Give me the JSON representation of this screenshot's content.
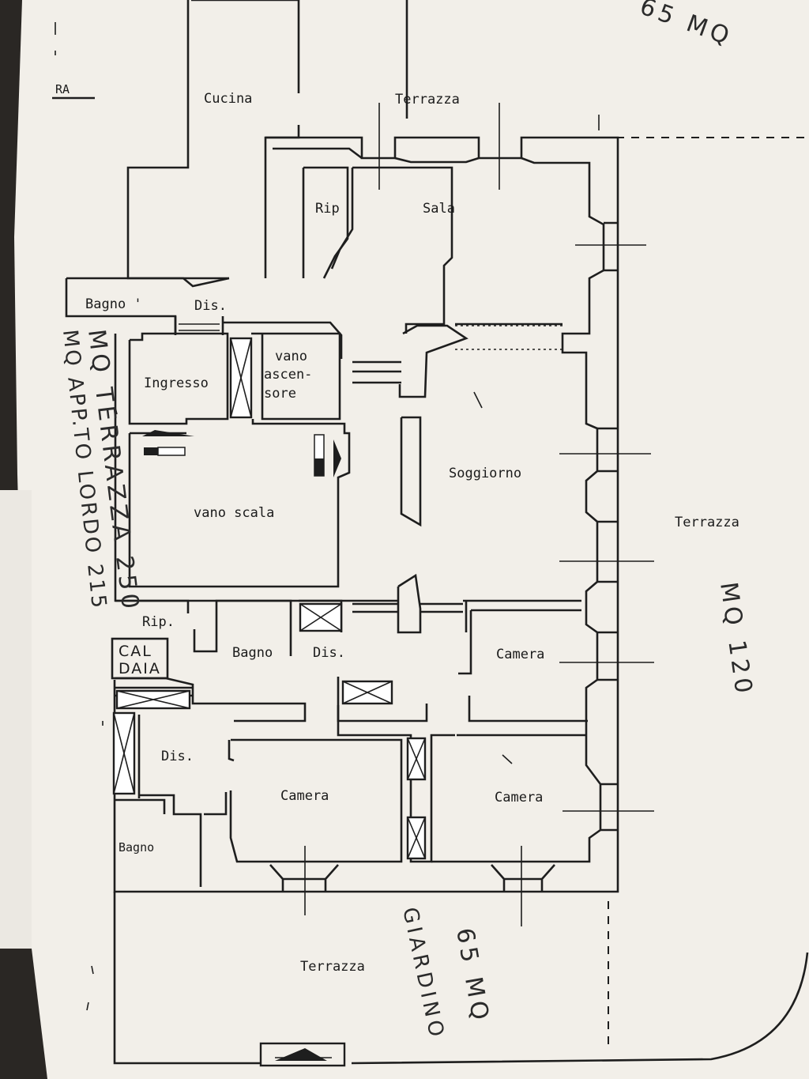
{
  "plan": {
    "rooms": {
      "cucina": "Cucina",
      "terrazza_top": "Terrazza",
      "rip_top": "Rip",
      "sala": "Sala",
      "bagno_top": "Bagno '",
      "dis_top": "Dis.",
      "ingresso": "Ingresso",
      "vano_asc_1": "vano",
      "vano_asc_2": "ascen-",
      "vano_asc_3": "sore",
      "soggiorno": "Soggiorno",
      "vano_scala": "vano scala",
      "terrazza_right": "Terrazza",
      "rip_mid": "Rip.",
      "bagno_mid": "Bagno",
      "dis_mid": "Dis.",
      "camera_right_top": "Camera",
      "caldaia_1": "CAL",
      "caldaia_2": "DAIA",
      "dis_left": "Dis.",
      "camera_mid": "Camera",
      "camera_right_bottom": "Camera",
      "bagno_bottom": "Bagno",
      "terrazza_bottom": "Terrazza",
      "ra_label": "RA"
    },
    "handwritten": {
      "top_right": "65 MQ",
      "left_1": "MQ TERRAZZA 250",
      "left_2": "MQ APP.TO LORDO 215",
      "right": "MQ 120",
      "bottom_1": "GIARDINO",
      "bottom_2": "65 MQ"
    }
  }
}
